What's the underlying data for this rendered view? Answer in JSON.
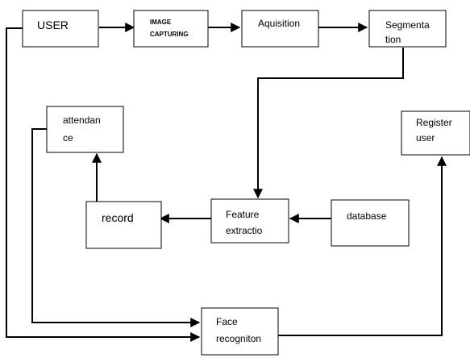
{
  "nodes": {
    "user": [
      "USER"
    ],
    "image_capturing": [
      "IMAGE",
      "CAPTURING"
    ],
    "aquisition": [
      "Aquisition"
    ],
    "segmentation": [
      "Segmenta",
      "tion"
    ],
    "attendance": [
      "attendan",
      "ce"
    ],
    "register_user": [
      "Register",
      "user"
    ],
    "record": [
      "record"
    ],
    "feature_extraction": [
      "Feature",
      "extractio"
    ],
    "database": [
      "database"
    ],
    "face_recognition": [
      "Face",
      "recogniton"
    ]
  },
  "colors": {
    "stroke": "#000000",
    "fill": "#ffffff"
  }
}
